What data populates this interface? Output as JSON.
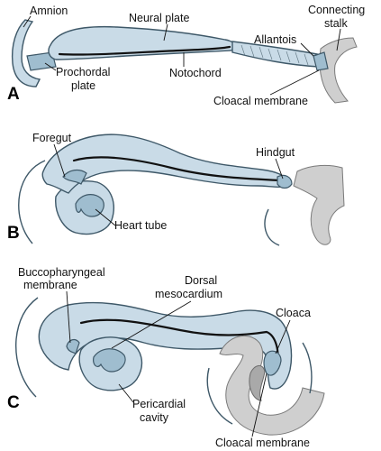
{
  "panels": [
    {
      "letter": "A",
      "labels": {
        "amnion": "Amnion",
        "neural_plate": "Neural plate",
        "connecting_stalk_line1": "Connecting",
        "connecting_stalk_line2": "stalk",
        "allantois": "Allantois",
        "prochordal_plate_line1": "Prochordal",
        "prochordal_plate_line2": "plate",
        "notochord": "Notochord",
        "cloacal_membrane": "Cloacal membrane"
      }
    },
    {
      "letter": "B",
      "labels": {
        "foregut": "Foregut",
        "hindgut": "Hindgut",
        "heart_tube": "Heart tube"
      }
    },
    {
      "letter": "C",
      "labels": {
        "buccopharyngeal_line1": "Buccopharyngeal",
        "buccopharyngeal_line2": "membrane",
        "dorsal_mesocardium_line1": "Dorsal",
        "dorsal_mesocardium_line2": "mesocardium",
        "cloaca": "Cloaca",
        "pericardial_cavity_line1": "Pericardial",
        "pericardial_cavity_line2": "cavity",
        "cloacal_membrane": "Cloacal membrane"
      }
    }
  ],
  "colors": {
    "tissue": "#c9dbe7",
    "tissue_dark": "#9fbdcf",
    "outline": "#3e5868",
    "grey_tissue": "#cfcfcf"
  }
}
